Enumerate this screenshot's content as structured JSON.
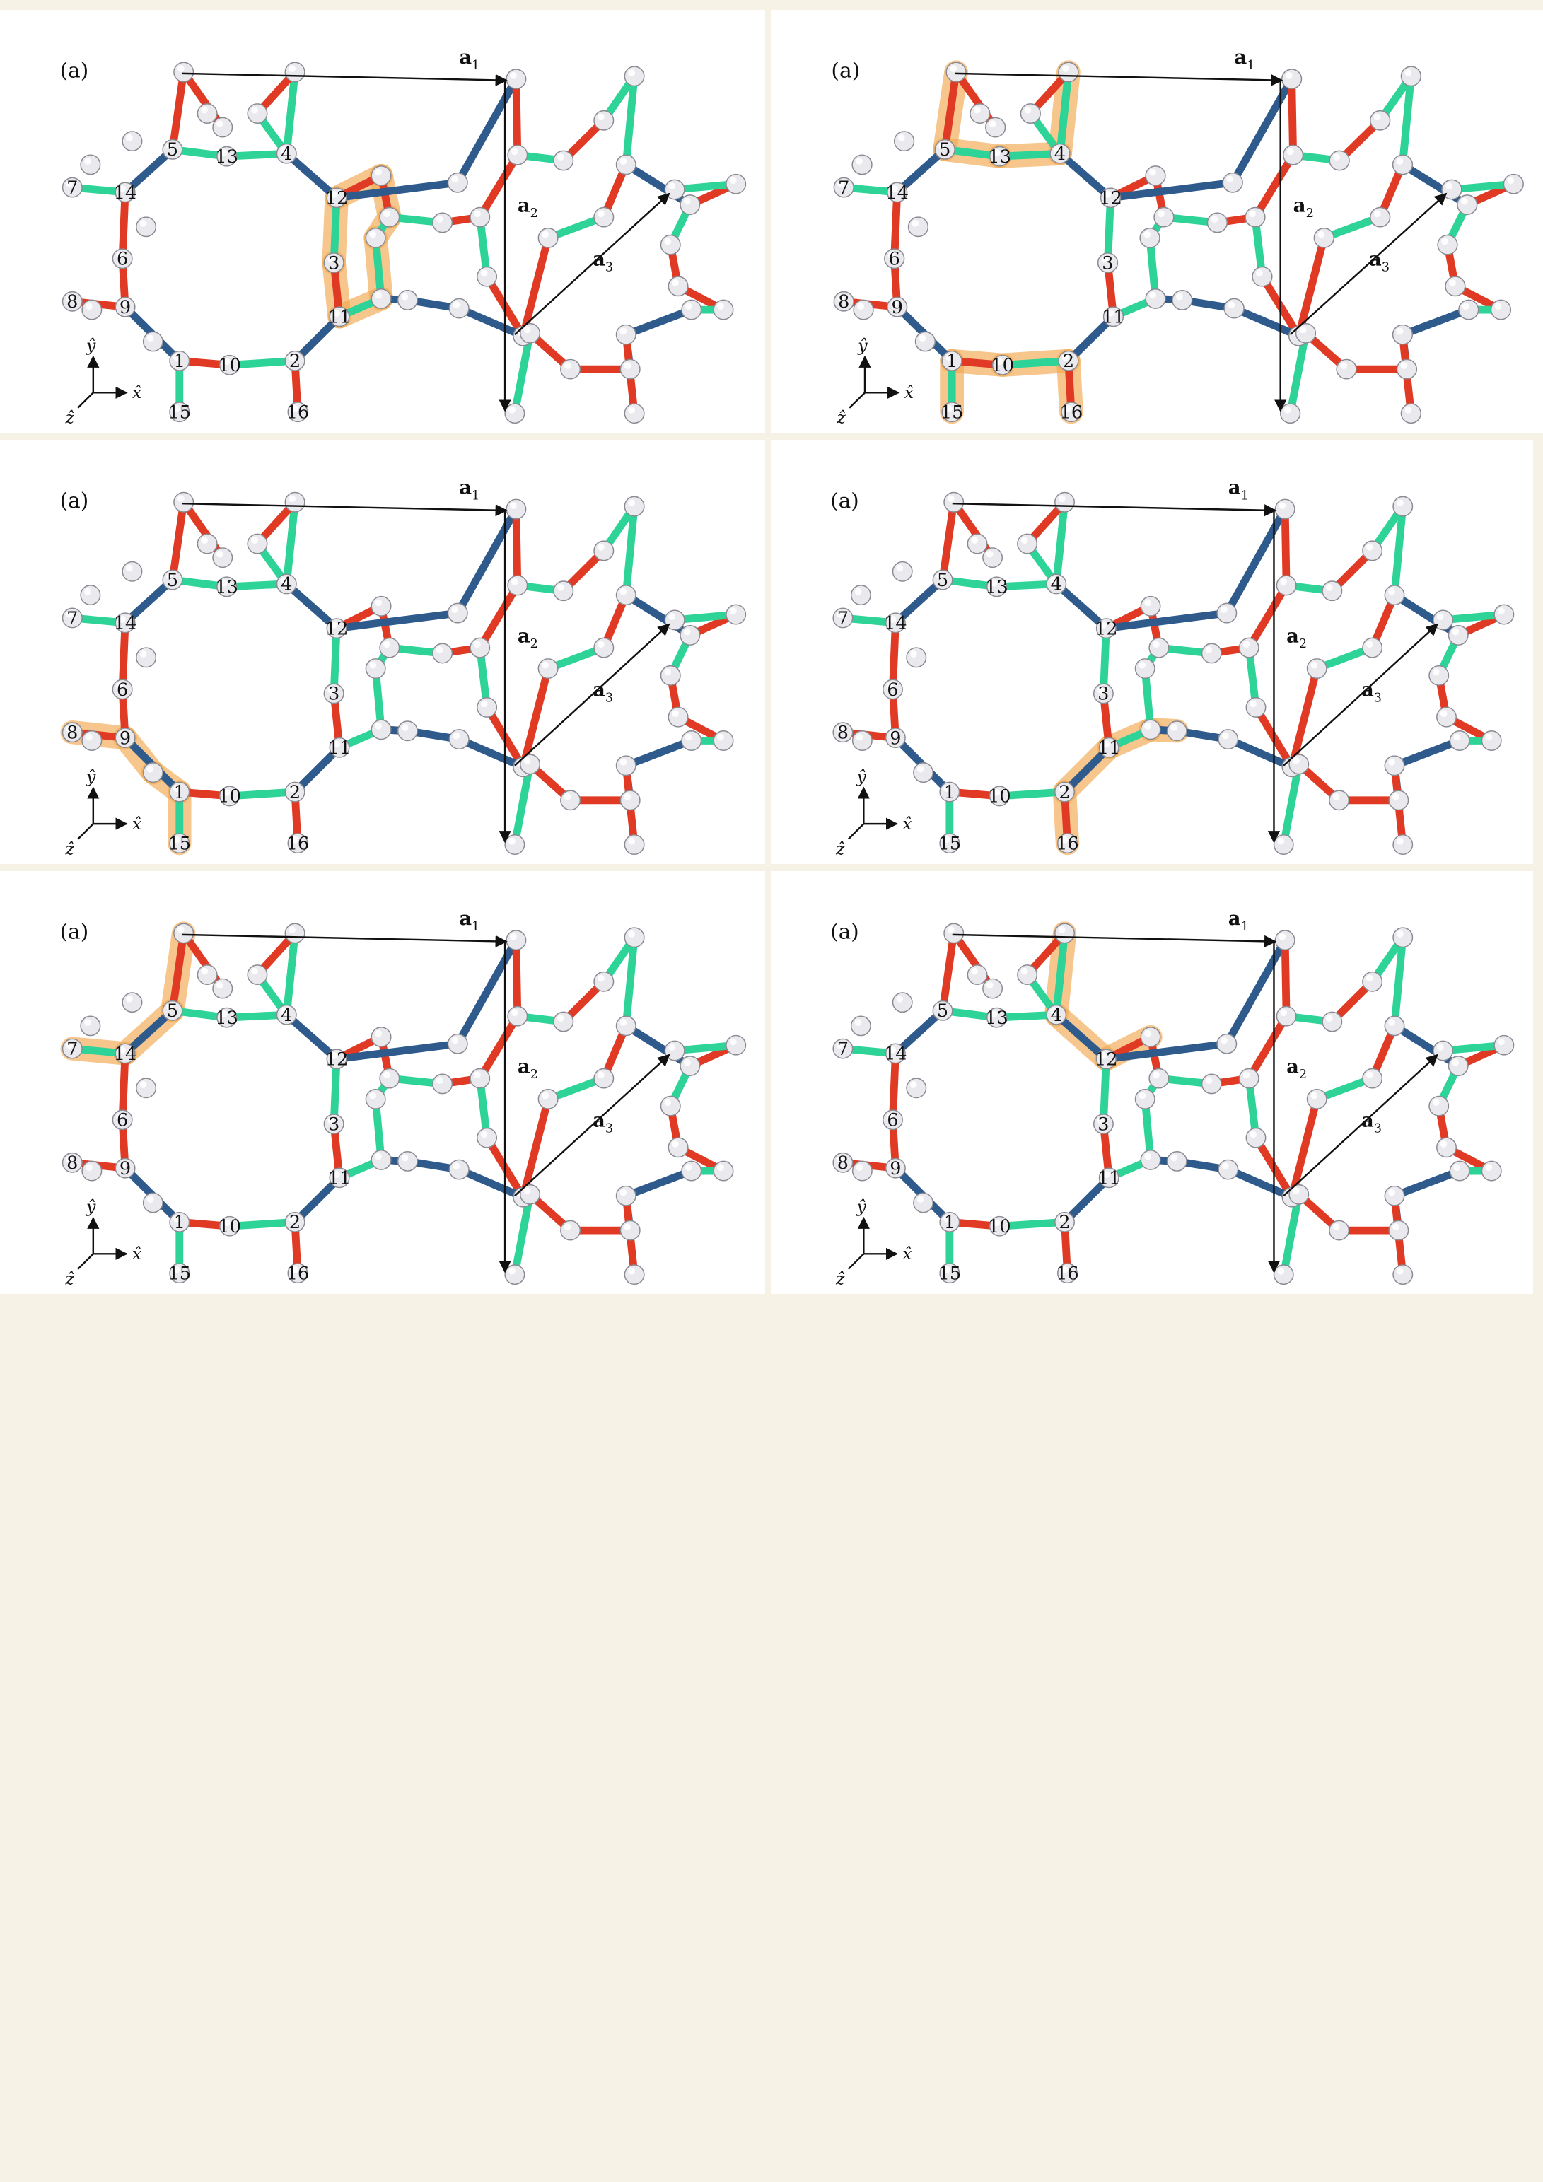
{
  "panels": [
    {
      "label": "(a)",
      "highlight": "loop-3-11-12"
    },
    {
      "label": "(a)",
      "highlight": "loop-4-5-13-1-2-10"
    },
    {
      "label": "(a)",
      "highlight": "loop-8-9-1-15"
    },
    {
      "label": "(a)",
      "highlight": "loop-2-11-16"
    },
    {
      "label": "(a)",
      "highlight": "loop-5-7-14"
    },
    {
      "label": "(a)",
      "highlight": "loop-4-12"
    }
  ],
  "lattice": {
    "site_labels": [
      "1",
      "2",
      "3",
      "4",
      "5",
      "6",
      "7",
      "8",
      "9",
      "10",
      "11",
      "12",
      "13",
      "14",
      "15",
      "16"
    ],
    "vectors": [
      {
        "name": "a",
        "sub": "1"
      },
      {
        "name": "a",
        "sub": "2"
      },
      {
        "name": "a",
        "sub": "3"
      }
    ],
    "axes": {
      "x": "x̂",
      "y": "ŷ",
      "z": "ẑ"
    }
  },
  "colors": {
    "bond_x": "#e03a24",
    "bond_y": "#2ed398",
    "bond_z": "#2e5a8c",
    "highlight": "#f2a94f",
    "background": "#f6f3e6"
  }
}
